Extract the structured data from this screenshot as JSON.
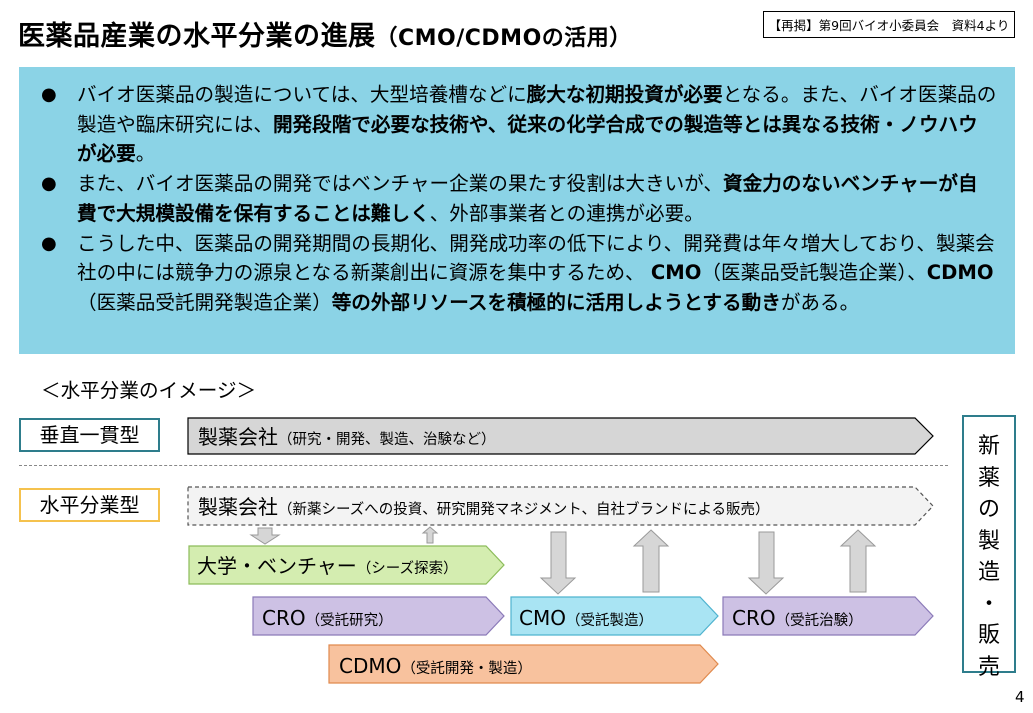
{
  "header": {
    "title_main": "医薬品産業の水平分業の進展",
    "title_sub": "（CMO/CDMOの活用）",
    "source_note": "【再掲】第9回バイオ小委員会　資料4より"
  },
  "summary": {
    "bullets": [
      [
        {
          "text": "バイオ医薬品の製造については、大型培養槽などに",
          "bold": false
        },
        {
          "text": "膨大な初期投資が必要",
          "bold": true
        },
        {
          "text": "となる。また、バイオ医薬品の製造や臨床研究には、",
          "bold": false
        },
        {
          "text": "開発段階で必要な技術や、従来の化学合成での製造等とは異なる技術・ノウハウが必要",
          "bold": true
        },
        {
          "text": "。",
          "bold": false
        }
      ],
      [
        {
          "text": "また、バイオ医薬品の開発ではベンチャー企業の果たす役割は大きいが、",
          "bold": false
        },
        {
          "text": "資金力のないベンチャーが自費で大規模設備を保有することは難しく",
          "bold": true
        },
        {
          "text": "、外部事業者との連携が必要。",
          "bold": false
        }
      ],
      [
        {
          "text": "こうした中、医薬品の開発期間の長期化、開発成功率の低下により、開発費は年々増大しており、製薬会社の中には競争力の源泉となる新薬創出に資源を集中するため、 ",
          "bold": false
        },
        {
          "text": "CMO",
          "bold": true
        },
        {
          "text": "（医薬品受託製造企業）、",
          "bold": false
        },
        {
          "text": "CDMO",
          "bold": true
        },
        {
          "text": "（医薬品受託開発製造企業）",
          "bold": false
        },
        {
          "text": "等の外部リソースを積極的に活用しようとする動き",
          "bold": true
        },
        {
          "text": "がある。",
          "bold": false
        }
      ]
    ],
    "bullet_symbol": "●"
  },
  "diagram": {
    "heading": "＜水平分業のイメージ＞",
    "vertical_label": "垂直一貫型",
    "horizontal_label": "水平分業型",
    "vertical_company": {
      "name": "製薬会社",
      "detail": "（研究・開発、製造、治験など）"
    },
    "horizontal_company": {
      "name": "製薬会社",
      "detail": "（新薬シーズへの投資、研究開発マネジメント、自社ブランドによる販売）"
    },
    "university": {
      "name": "大学・ベンチャー",
      "detail": "（シーズ探索）"
    },
    "cro_research": {
      "name": "CRO",
      "detail": "（受託研究）"
    },
    "cmo": {
      "name": "CMO",
      "detail": "（受託製造）"
    },
    "cro_trial": {
      "name": "CRO",
      "detail": "（受託治験）"
    },
    "cdmo": {
      "name": "CDMO",
      "detail": "（受託開発・製造）"
    },
    "side_label": [
      "新",
      "薬",
      "の",
      "製",
      "造",
      "・",
      "販",
      "売"
    ],
    "colors": {
      "summary_bg": "#8bd3e6",
      "gray_arrow": "#d6d6d6",
      "green_arrow": "#d4edb0",
      "purple_arrow": "#cdc1e4",
      "cyan_arrow": "#a9e4f3",
      "orange_arrow": "#f8c29e",
      "teal_border": "#2e7d8c",
      "yellow_border": "#f5c24e"
    }
  },
  "page_number": "4"
}
